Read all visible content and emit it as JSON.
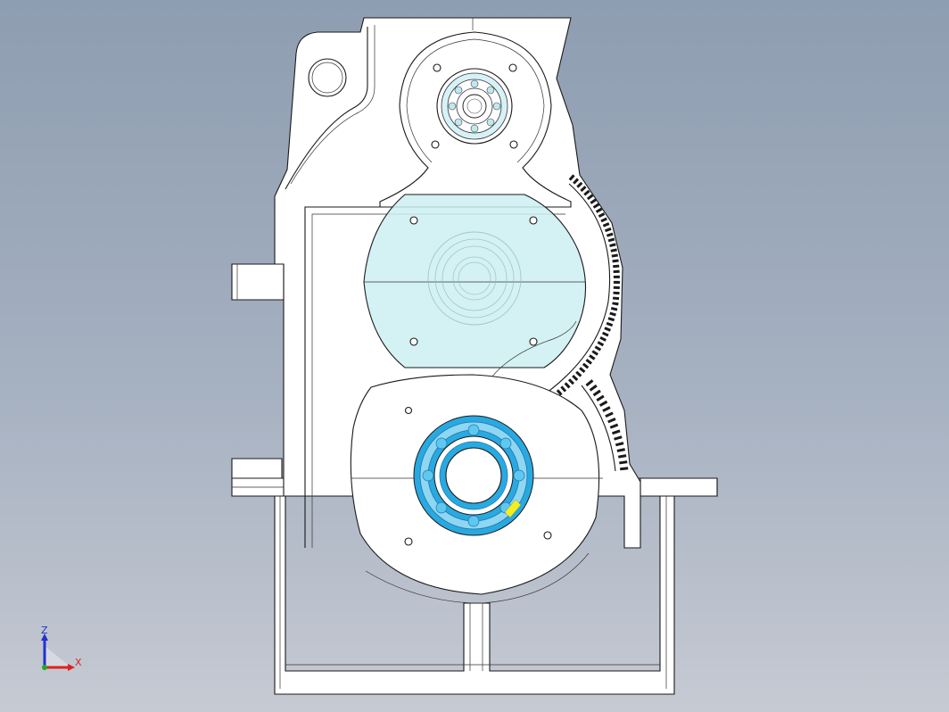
{
  "viewport": {
    "background_top": "#8e9db1",
    "background_bottom": "#c6cad3",
    "content": "gearbox-housing-front-view"
  },
  "triad": {
    "z_label": "Z",
    "x_label": "X",
    "z_color": "#2233cc",
    "x_color": "#dd2222"
  },
  "colors": {
    "housing_edge": "#1a1a1a",
    "cover_fill": "#cdeff2",
    "bearing_highlight": "#29a9e1",
    "bearing_ball": "#5fc8f0",
    "highlight_yellow": "#f3ee1c"
  }
}
